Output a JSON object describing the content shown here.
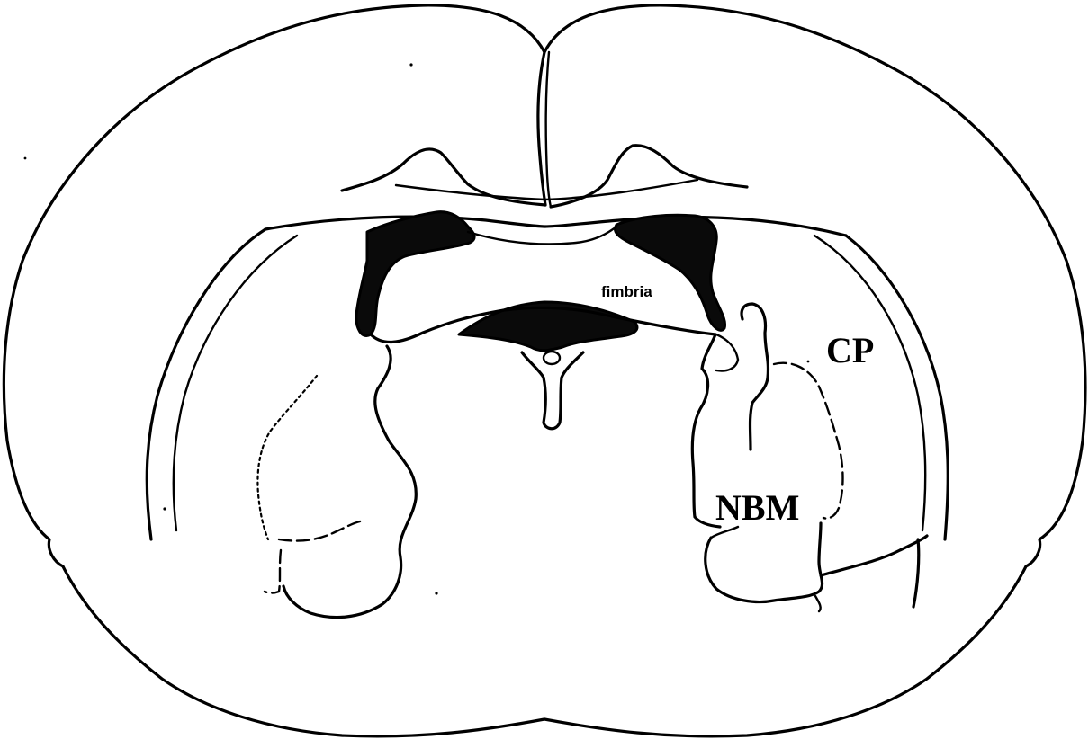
{
  "labels": {
    "fimbria": "fimbria",
    "cp": "CP",
    "nbm": "NBM"
  },
  "colors": {
    "ink": "#000000",
    "paper": "#ffffff"
  }
}
